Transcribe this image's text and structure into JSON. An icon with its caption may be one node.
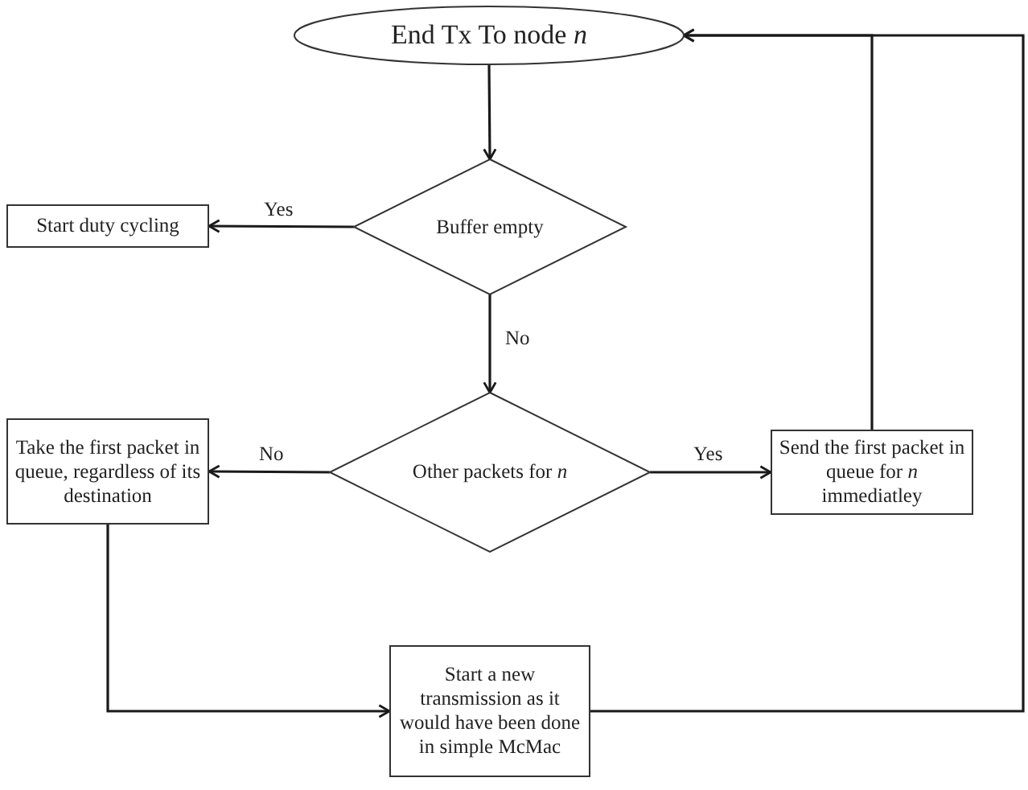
{
  "diagram": {
    "nodes": [
      {
        "text": [
          "End Tx To node *n*"
        ]
      },
      {
        "text": [
          "Buffer empty"
        ]
      },
      {
        "text": [
          "Start duty cycling"
        ]
      },
      {
        "text": [
          "Other packets for *n*"
        ]
      },
      {
        "text": [
          "Take the first packet in queue, regardless of its destination"
        ]
      },
      {
        "text": [
          "Send the first packet in queue for *n* immediatley"
        ]
      },
      {
        "text": [
          "Start a new transmission as it would have been done in simple McMac"
        ]
      }
    ],
    "edges": [
      {
        "from": 0,
        "to": 1,
        "arrow": "to"
      },
      {
        "from": 1,
        "to": 2,
        "arrow": "to",
        "label": "Yes"
      },
      {
        "from": 1,
        "to": 3,
        "arrow": "to",
        "label": "No"
      },
      {
        "from": 3,
        "to": 4,
        "arrow": "to",
        "label": "No"
      },
      {
        "from": 3,
        "to": 5,
        "arrow": "to",
        "label": "Yes"
      },
      {
        "from": 5,
        "to": 0,
        "arrow": "to"
      },
      {
        "from": 4,
        "to": 6,
        "arrow": "to"
      },
      {
        "from": 6,
        "to": 0,
        "arrow": "to"
      }
    ]
  }
}
